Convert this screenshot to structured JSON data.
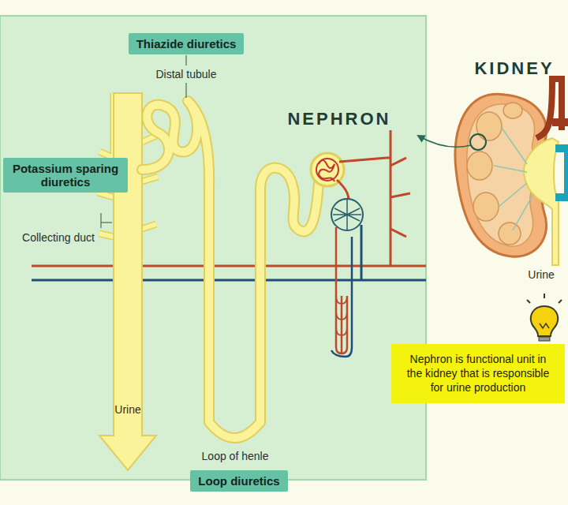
{
  "diagram": {
    "nodes": [
      {
        "text": [
          "Thiazide diuretics"
        ]
      },
      {
        "text": [
          "Potassium sparing diuretics"
        ]
      },
      {
        "text": [
          "Loop diuretics"
        ]
      },
      {
        "text": [
          "Nephron is functional unit in the kidney that is responsible for urine production"
        ]
      }
    ],
    "labels": [
      "Distal tubule",
      "Collecting duct",
      "NEPHRON",
      "KIDNEY",
      "Urine",
      "Loop of henle",
      "Urine"
    ]
  }
}
